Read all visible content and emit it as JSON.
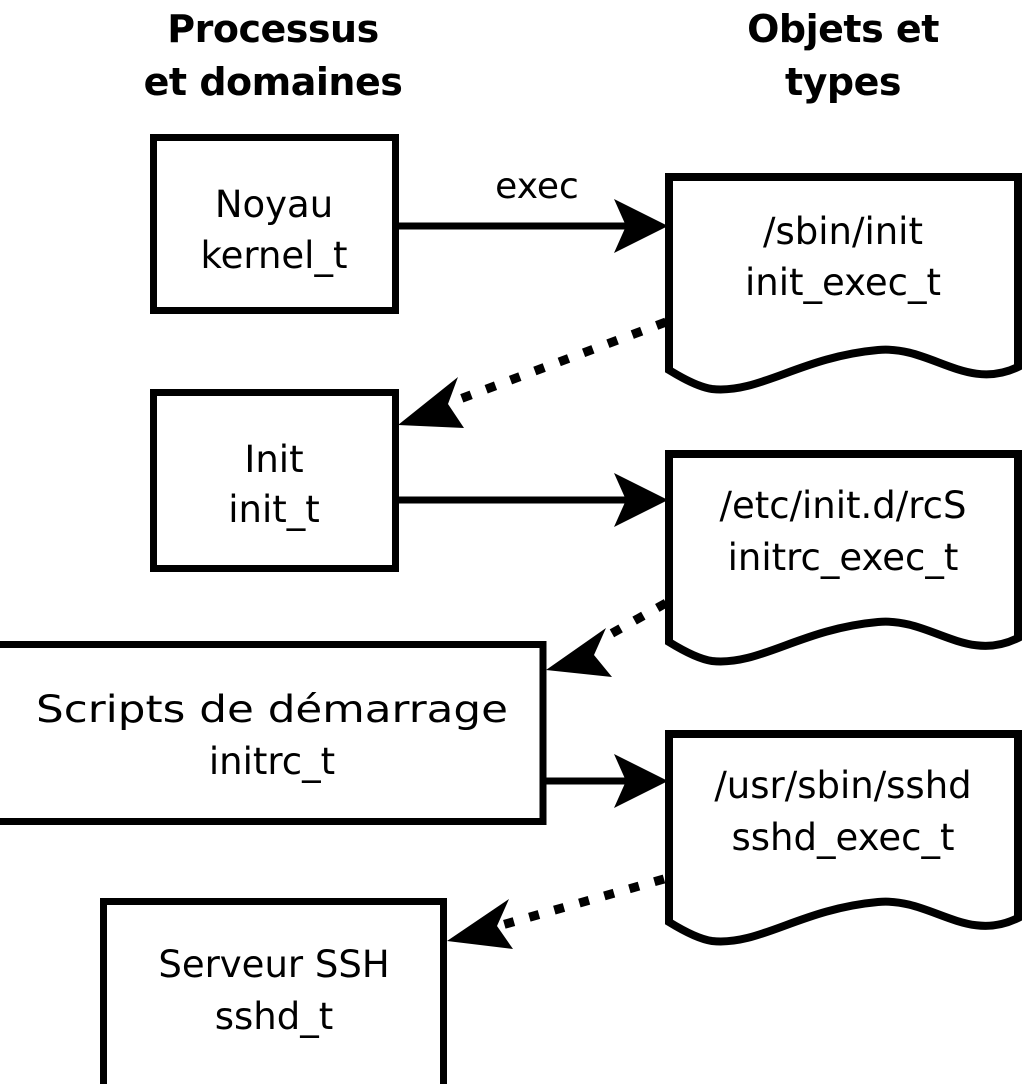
{
  "diagram": {
    "title_left": "Processus\net domaines",
    "columns": [
      {
        "id": "left",
        "line1": "Processus",
        "line2": "et domaines"
      },
      {
        "id": "right",
        "line1": "Objets et",
        "line2": "types"
      }
    ],
    "process_nodes": [
      {
        "id": "kernel",
        "line1": "Noyau",
        "line2": "kernel_t"
      },
      {
        "id": "init",
        "line1": "Init",
        "line2": "init_t"
      },
      {
        "id": "initrc",
        "line1": "Scripts de démarrage",
        "line2": "initrc_t"
      },
      {
        "id": "sshd",
        "line1": "Serveur SSH",
        "line2": "sshd_t"
      }
    ],
    "object_nodes": [
      {
        "id": "init_exec",
        "line1": "/sbin/init",
        "line2": "init_exec_t"
      },
      {
        "id": "initrc_exec",
        "line1": "/etc/init.d/rcS",
        "line2": "initrc_exec_t"
      },
      {
        "id": "sshd_exec",
        "line1": "/usr/sbin/sshd",
        "line2": "sshd_exec_t"
      }
    ],
    "edges": [
      {
        "id": "kernel-exec-init_exec",
        "label": "exec",
        "style": "solid",
        "from": "kernel",
        "to": "init_exec"
      },
      {
        "id": "init_exec-transition-init",
        "label": "",
        "style": "dotted",
        "from": "init_exec",
        "to": "init"
      },
      {
        "id": "init-exec-initrc_exec",
        "label": "",
        "style": "solid",
        "from": "init",
        "to": "initrc_exec"
      },
      {
        "id": "initrc_exec-transition-initrc",
        "label": "",
        "style": "dotted",
        "from": "initrc_exec",
        "to": "initrc"
      },
      {
        "id": "initrc-exec-sshd_exec",
        "label": "",
        "style": "solid",
        "from": "initrc",
        "to": "sshd_exec"
      },
      {
        "id": "sshd_exec-transition-sshd",
        "label": "",
        "style": "dotted",
        "from": "sshd_exec",
        "to": "sshd"
      }
    ],
    "colors": {
      "stroke": "#000000",
      "fill": "#ffffff",
      "background": "#ffffff"
    }
  }
}
